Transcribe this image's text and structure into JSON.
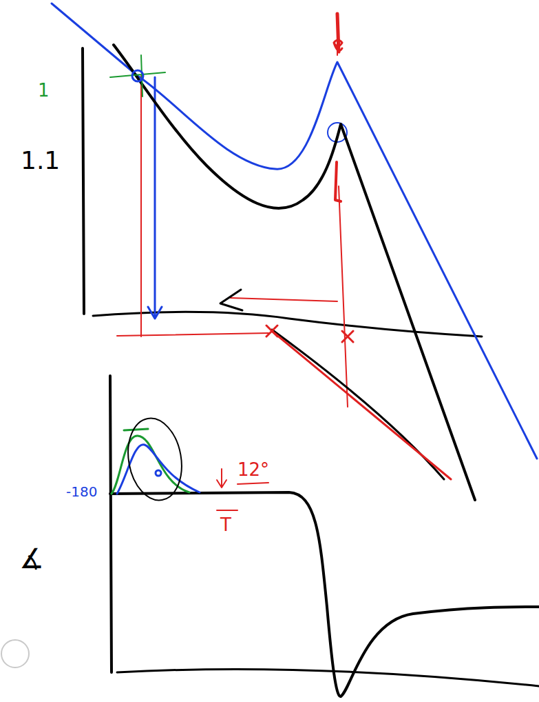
{
  "diagram": {
    "labels": [
      "1",
      "1.1",
      "-180",
      "12°",
      "T",
      "∡"
    ]
  }
}
